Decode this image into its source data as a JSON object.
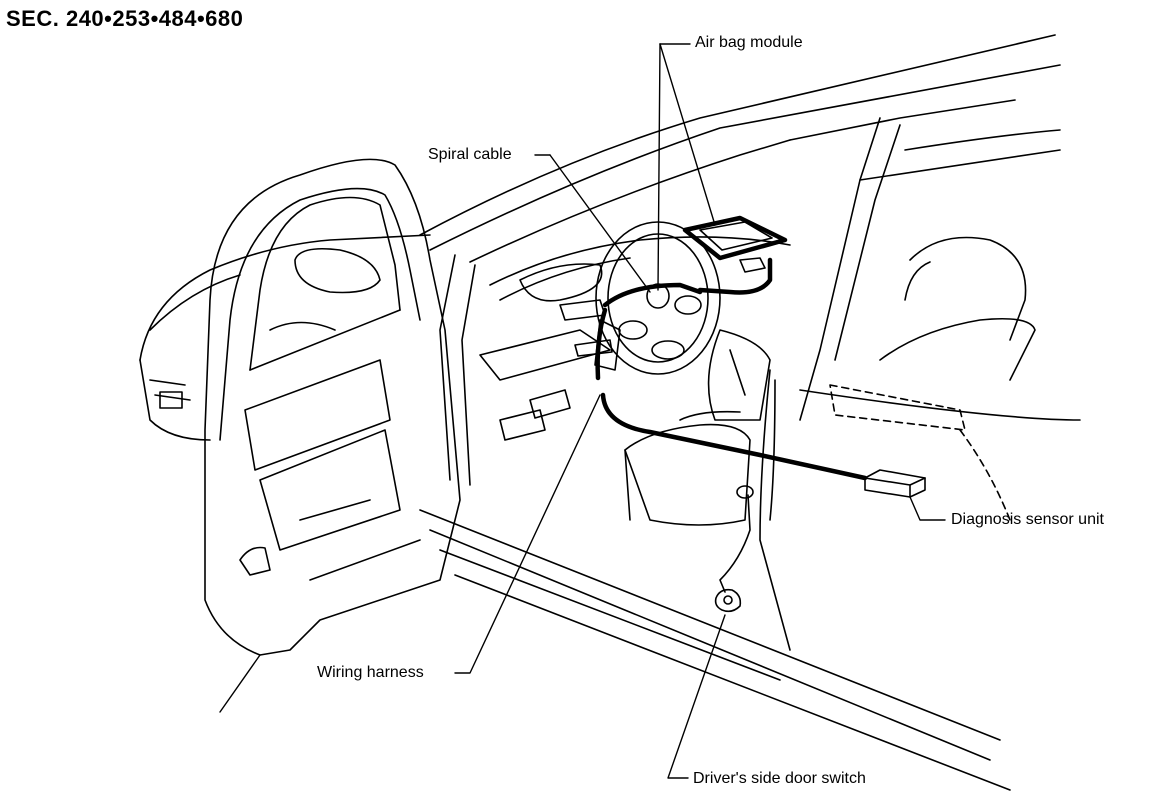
{
  "section_ref": "SEC. 240•253•484•680",
  "labels": {
    "air_bag_module": "Air bag module",
    "spiral_cable": "Spiral cable",
    "diagnosis_sensor_unit": "Diagnosis sensor unit",
    "wiring_harness": "Wiring harness",
    "drivers_side_door_switch": "Driver's side door switch"
  }
}
